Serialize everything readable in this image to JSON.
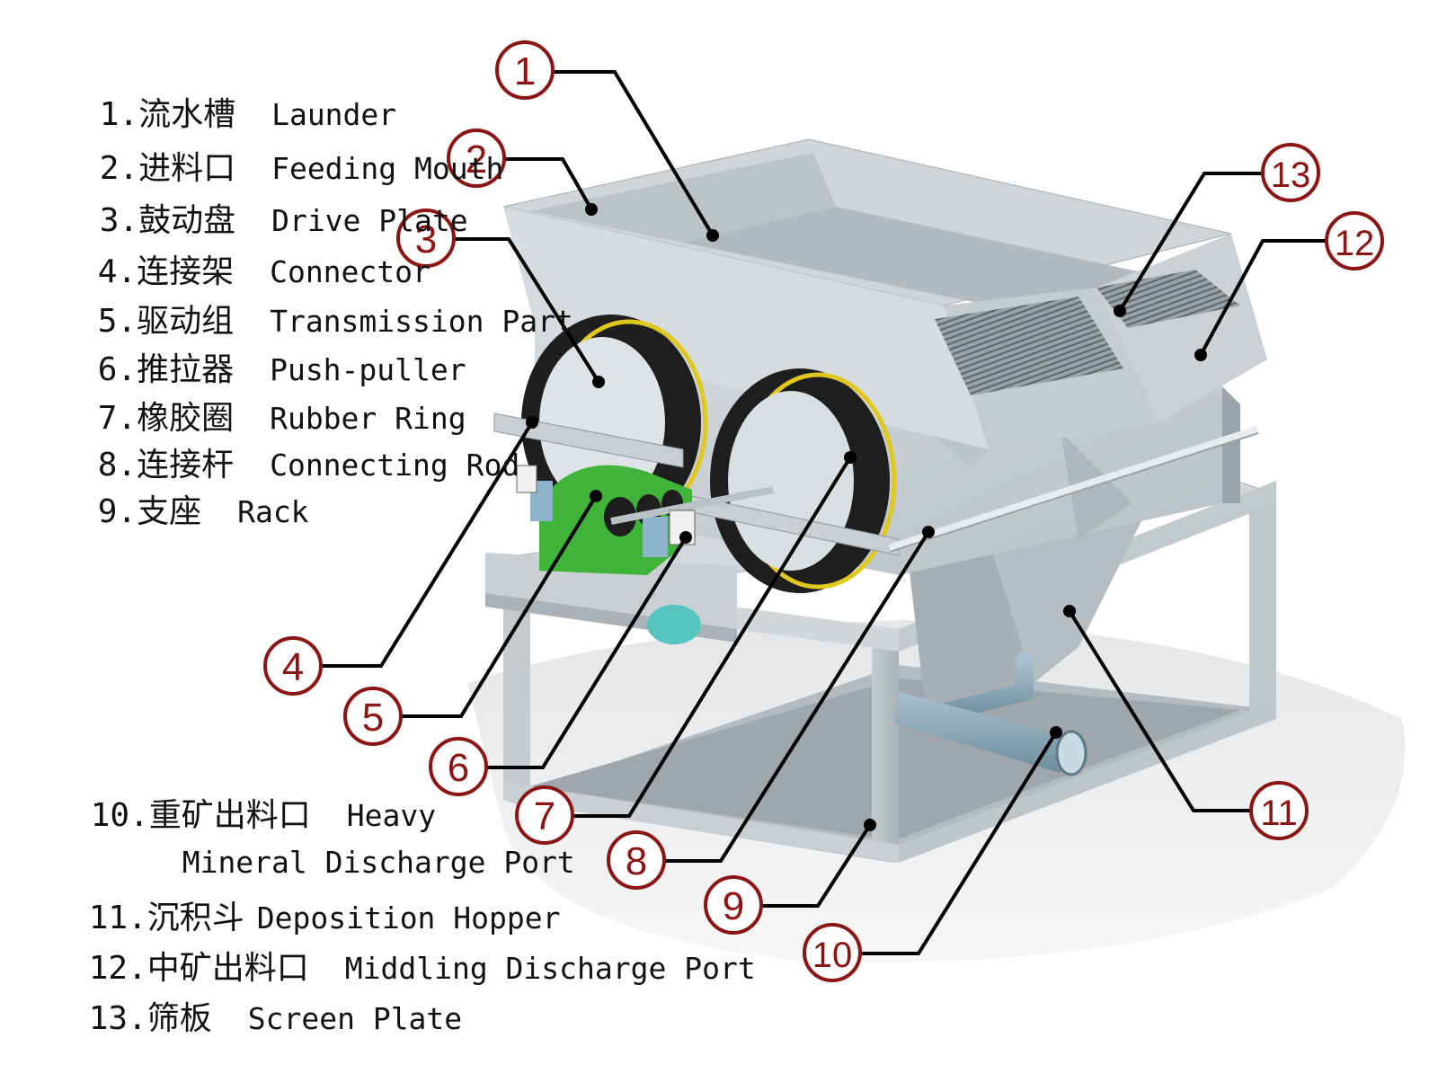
{
  "legend": [
    {
      "num": "1.",
      "zh": "流水槽",
      "en": "Launder"
    },
    {
      "num": "2.",
      "zh": "进料口",
      "en": "Feeding Mouth"
    },
    {
      "num": "3.",
      "zh": "鼓动盘",
      "en": "Drive Plate"
    },
    {
      "num": "4.",
      "zh": "连接架",
      "en": "Connector"
    },
    {
      "num": "5.",
      "zh": "驱动组",
      "en": "Transmission Part"
    },
    {
      "num": "6.",
      "zh": "推拉器",
      "en": "Push-puller"
    },
    {
      "num": "7.",
      "zh": "橡胶圈",
      "en": "Rubber Ring"
    },
    {
      "num": "8.",
      "zh": "连接杆",
      "en": "Connecting Rod"
    },
    {
      "num": "9.",
      "zh": "支座",
      "en": "Rack"
    },
    {
      "num": "10.",
      "zh": "重矿出料口",
      "en": "Heavy",
      "en2": "Mineral Discharge Port"
    },
    {
      "num": "11.",
      "zh": "沉积斗",
      "en": "Deposition Hopper"
    },
    {
      "num": "12.",
      "zh": "中矿出料口",
      "en": "Middling Discharge Port"
    },
    {
      "num": "13.",
      "zh": "筛板",
      "en": "Screen Plate"
    }
  ],
  "callouts": [
    {
      "label": "1"
    },
    {
      "label": "2"
    },
    {
      "label": "3"
    },
    {
      "label": "4"
    },
    {
      "label": "5"
    },
    {
      "label": "6"
    },
    {
      "label": "7"
    },
    {
      "label": "8"
    },
    {
      "label": "9"
    },
    {
      "label": "10"
    },
    {
      "label": "11"
    },
    {
      "label": "12"
    },
    {
      "label": "13"
    }
  ],
  "colors": {
    "callout_red": "#8b1414",
    "leader_black": "#000000",
    "steel": "#c9d0d4",
    "gearbox_green": "#3fb33a",
    "bearing_blue": "#8fb3cc",
    "rubber_black": "#1e1e1e",
    "ring_yellow": "#e0c81e",
    "pipe_blue": "#8aa7b6"
  }
}
